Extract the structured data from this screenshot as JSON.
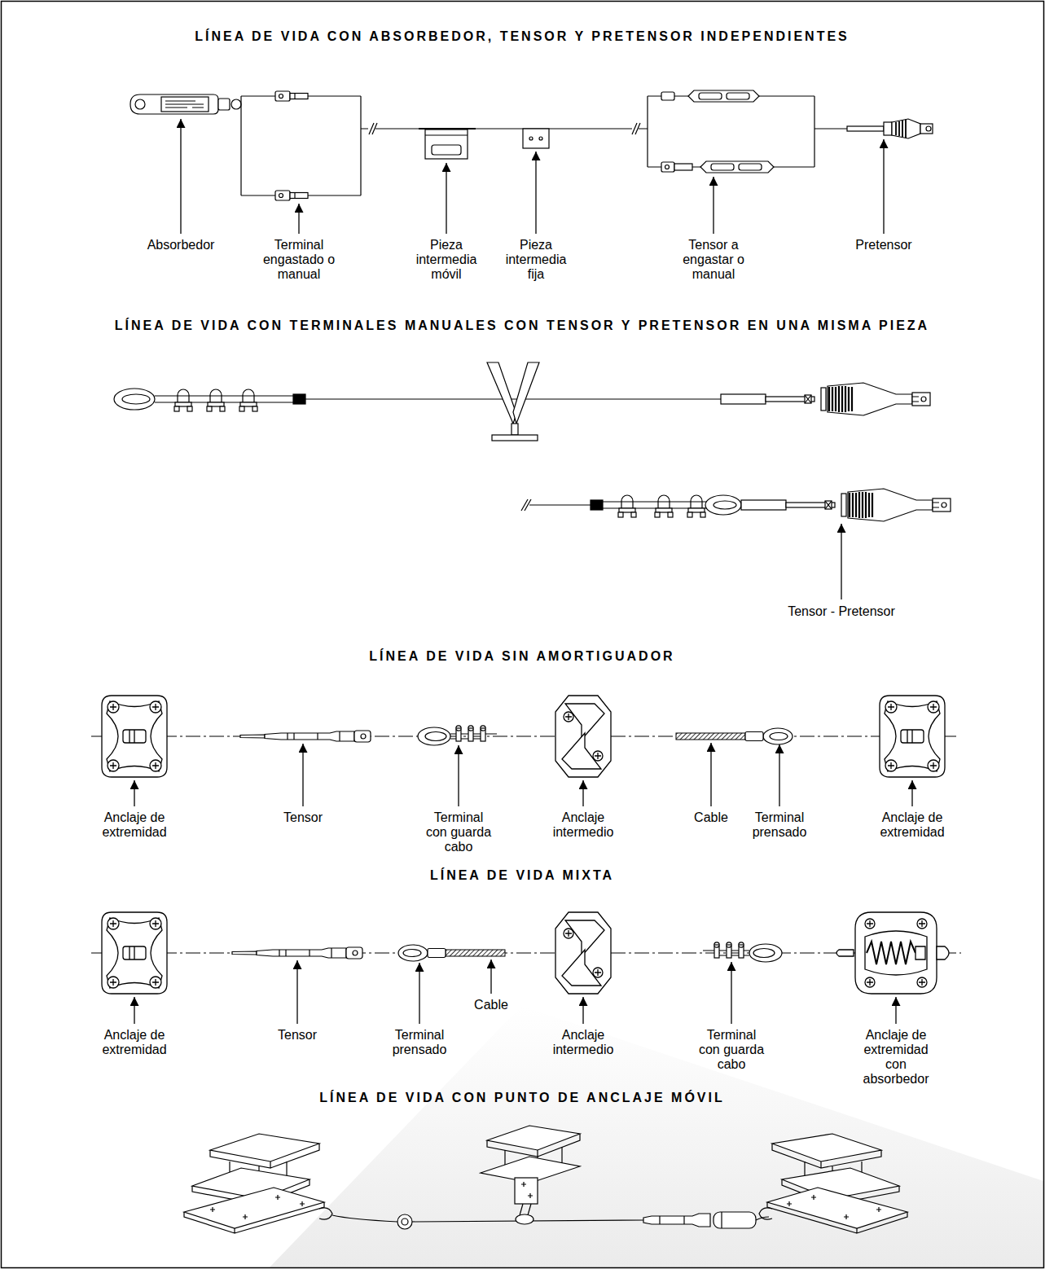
{
  "diagram": {
    "labels": [
      "LÍNEA DE VIDA CON ABSORBEDOR, TENSOR Y PRETENSOR INDEPENDIENTES",
      "Absorbedor",
      "Terminal engastado o manual",
      "Pieza intermedia móvil",
      "Pieza intermedia fija",
      "Tensor a engastar o manual",
      "Pretensor",
      "LÍNEA DE VIDA CON TERMINALES MANUALES CON TENSOR Y PRETENSOR EN UNA MISMA PIEZA",
      "Tensor - Pretensor",
      "LÍNEA DE VIDA SIN AMORTIGUADOR",
      "Anclaje de extremidad",
      "Tensor",
      "Terminal con guarda cabo",
      "Anclaje intermedio",
      "Cable",
      "Terminal prensado",
      "Anclaje de extremidad",
      "LÍNEA DE VIDA MIXTA",
      "Anclaje de extremidad",
      "Tensor",
      "Terminal prensado",
      "Cable",
      "Anclaje intermedio",
      "Terminal con guarda cabo",
      "Anclaje de extremidad con absorbedor",
      "LÍNEA DE VIDA CON PUNTO DE ANCLAJE MÓVIL"
    ]
  }
}
